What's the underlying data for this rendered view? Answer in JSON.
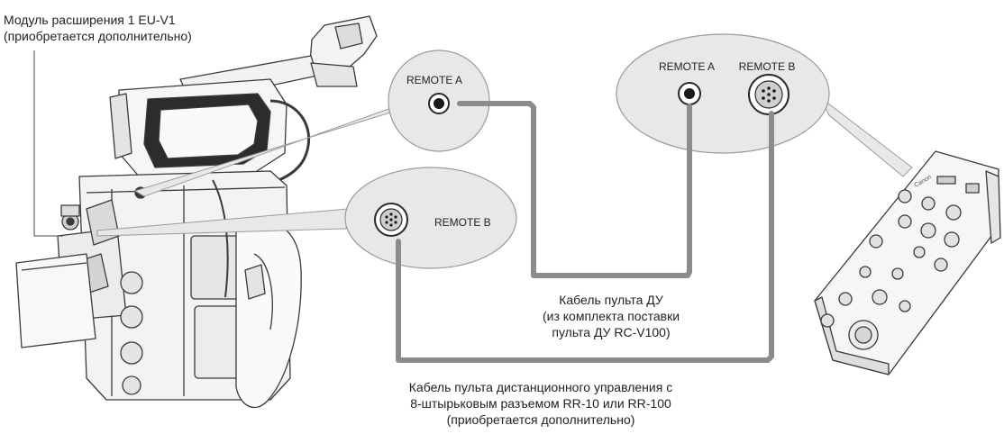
{
  "labels": {
    "expansion_unit_line1": "Модуль расширения 1 EU-V1",
    "expansion_unit_line2": "(приобретается дополнительно)",
    "remote_a": "REMOTE A",
    "remote_b": "REMOTE B",
    "rc_cable_line1": "Кабель пульта ДУ",
    "rc_cable_line2": "(из комплекта поставки",
    "rc_cable_line3": "пульта ДУ RC-V100)",
    "rr_cable_line1": "Кабель пульта дистанционного управления с",
    "rr_cable_line2": "8-штырьковым разъемом RR-10 или RR-100",
    "rr_cable_line3": "(приобретается дополнительно)"
  },
  "remote_brand": "Canon",
  "colors": {
    "cable": "#8c8c8c",
    "bubble_fill": "#e8e8e8",
    "bubble_stroke": "#9a9a9a",
    "line": "#444444"
  }
}
